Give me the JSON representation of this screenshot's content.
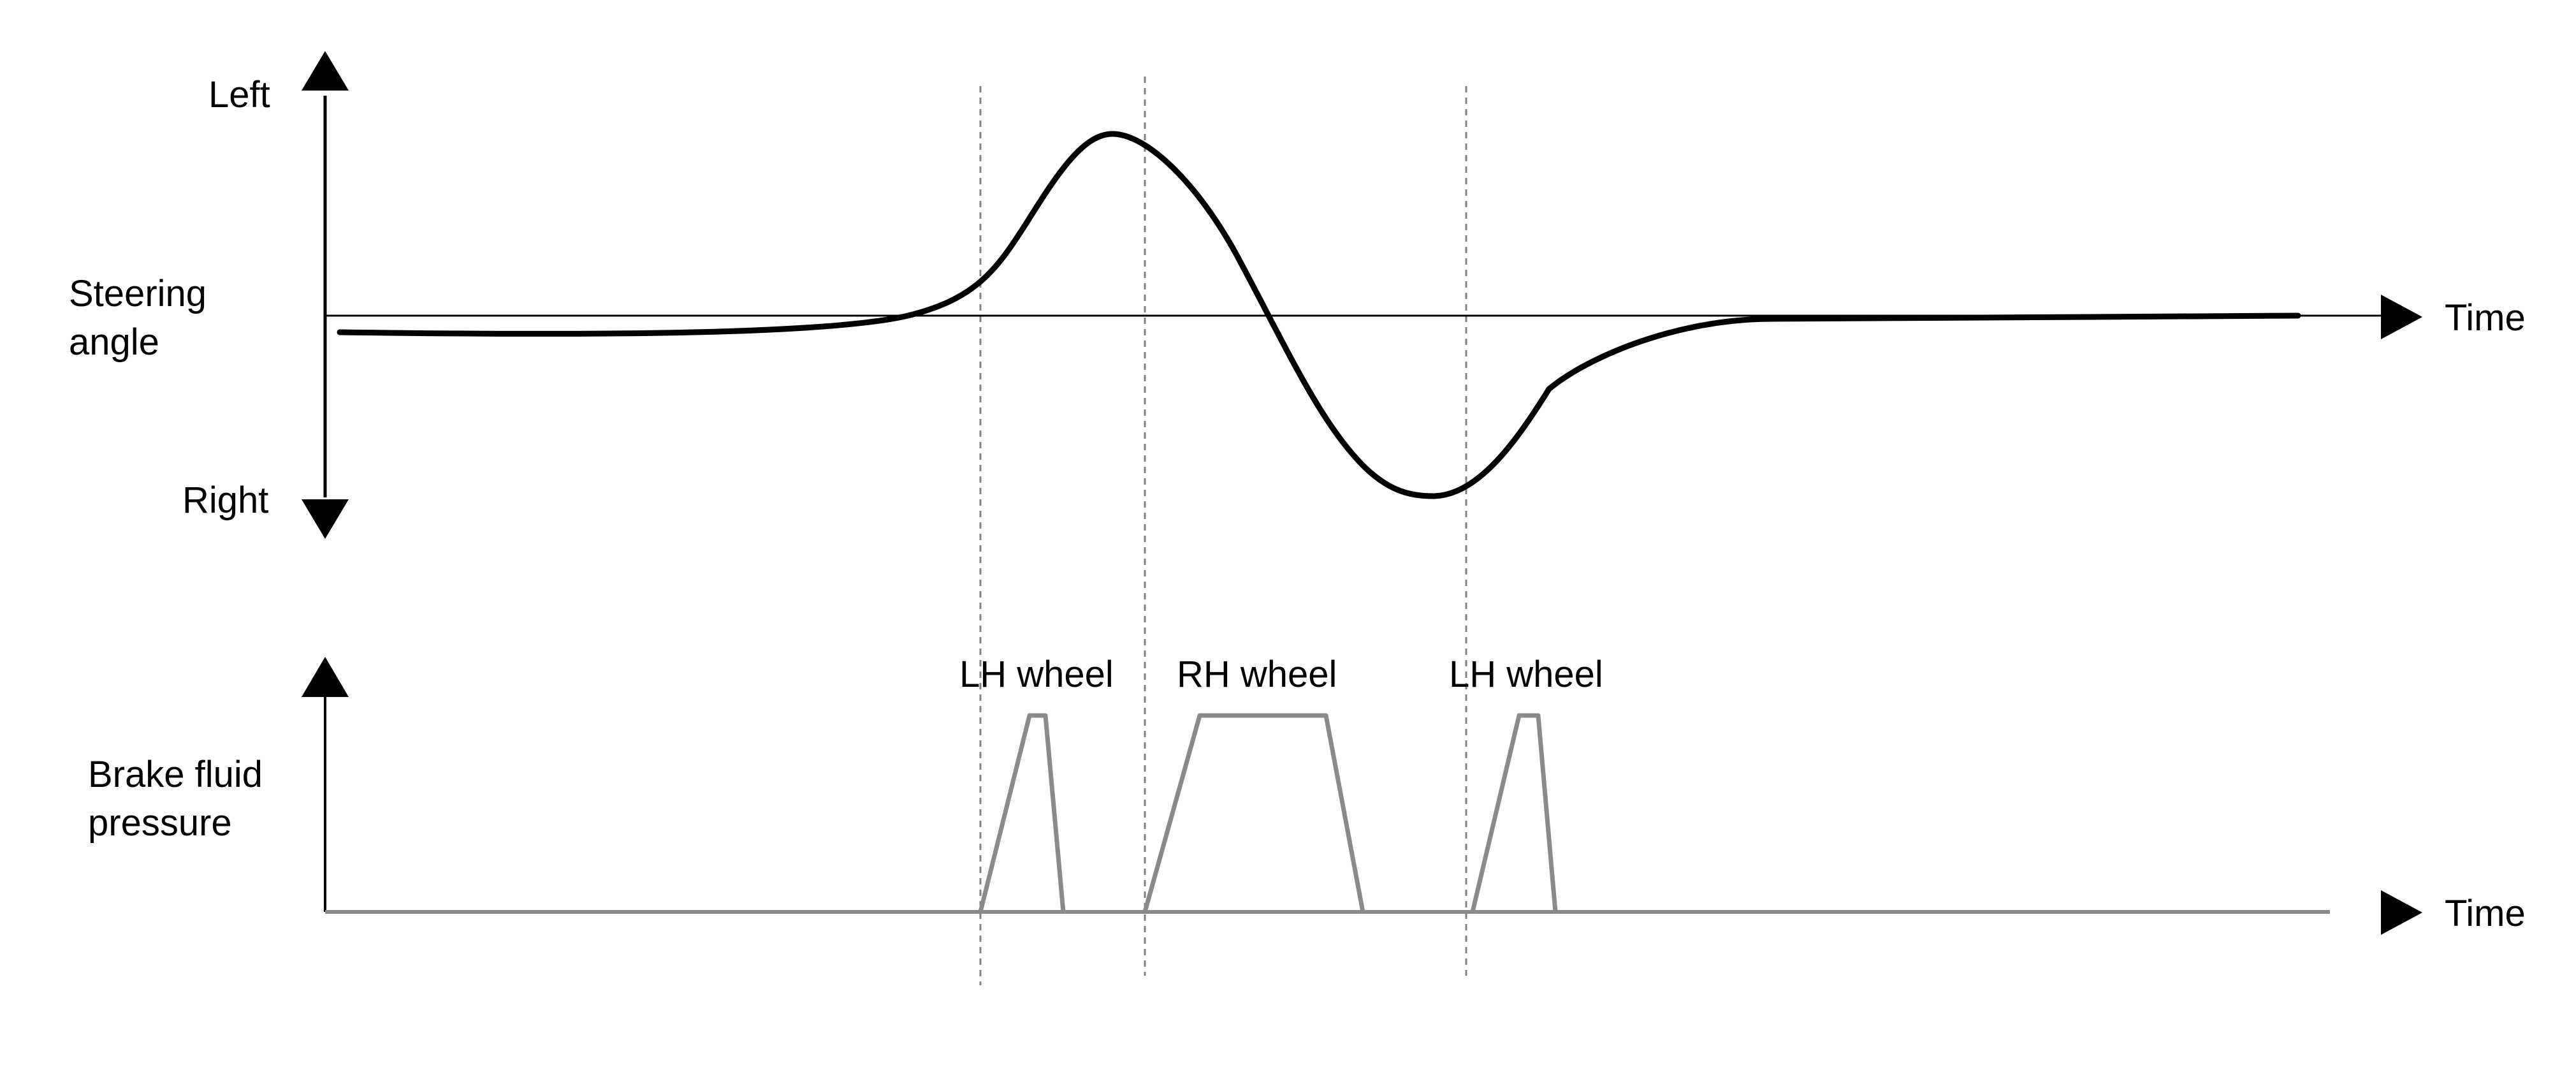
{
  "steering": {
    "label_line1": "Steering",
    "label_line2": "angle",
    "top_label": "Left",
    "bottom_label": "Right",
    "time_label": "Time"
  },
  "brake": {
    "label_line1": "Brake fluid",
    "label_line2": "pressure",
    "time_label": "Time",
    "pulse_labels": [
      "LH wheel",
      "RH wheel",
      "LH wheel"
    ]
  },
  "colors": {
    "ink": "#000000",
    "guide": "#808080",
    "pulse": "#8a8a8a"
  }
}
